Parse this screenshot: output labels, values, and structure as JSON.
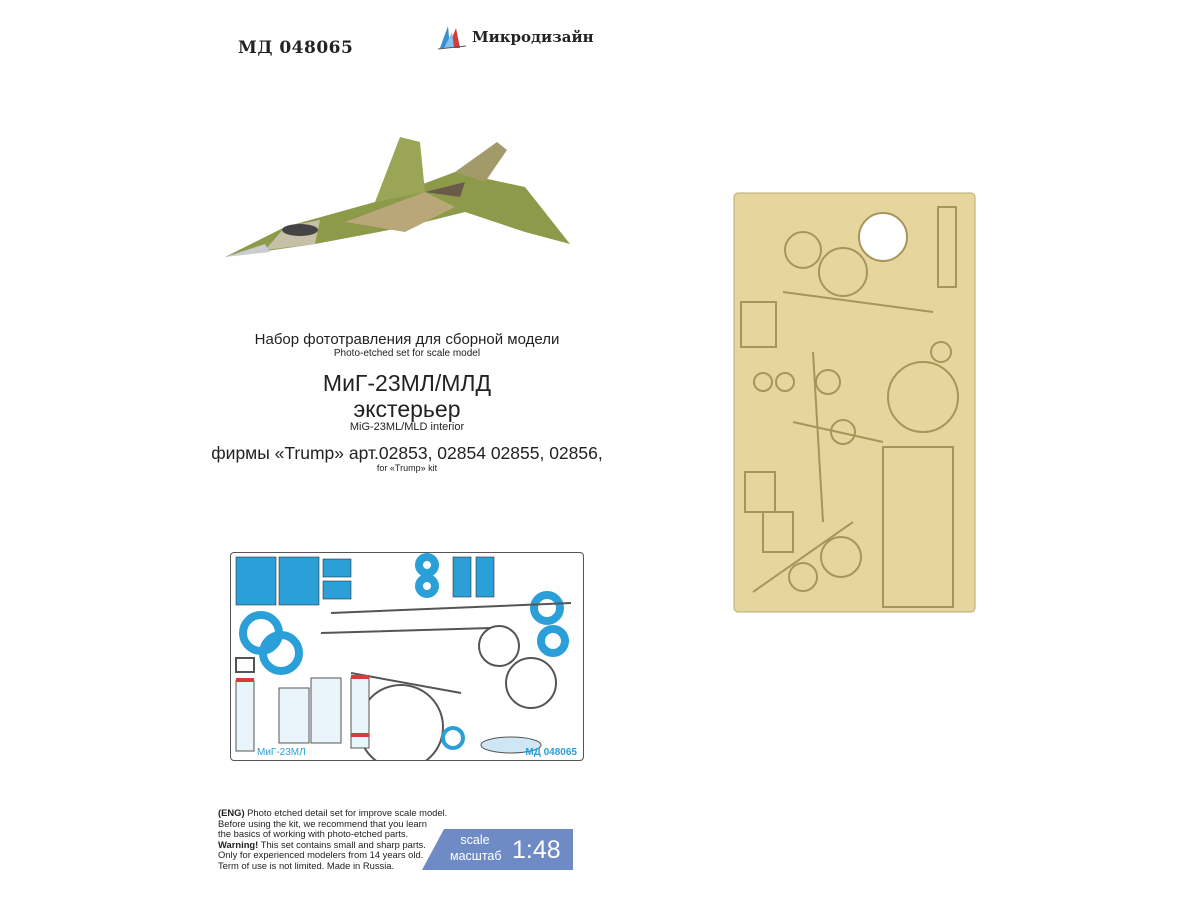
{
  "header": {
    "product_code": "МД 048065",
    "brand": "Микродизайн"
  },
  "title": {
    "line1_ru": "Набор фототравления для сборной модели",
    "line1_en": "Photo-etched set for scale model",
    "model_ru": "МиГ-23МЛ/МЛД",
    "subtitle_ru": "экстерьер",
    "model_en": "MiG-23ML/MLD interior",
    "kit_ru": "фирмы «Trump» арт.02853, 02854 02855, 02856,",
    "kit_en": "for «Trump» kit"
  },
  "diagram": {
    "label_left": "МиГ-23МЛ",
    "label_right": "МД 048065"
  },
  "notice": {
    "lead": "(ENG)",
    "l1": " Photo etched detail set for improve scale model.",
    "l2": "Before using the kit, we recommend that you learn",
    "l3": "the basics of working with photo-etched parts.",
    "warn": "Warning!",
    "l4": " This set contains small and sharp parts.",
    "l5": "Only for experienced modelers from 14 years old.",
    "l6": "Term of use is not limited. Made in Russia."
  },
  "scale": {
    "label_en": "scale",
    "label_ru": "масштаб",
    "value": "1:48"
  },
  "colors": {
    "badge": "#6f8bc6",
    "diagram_blue": "#2a9fd8",
    "brass": "#e6d69e"
  }
}
